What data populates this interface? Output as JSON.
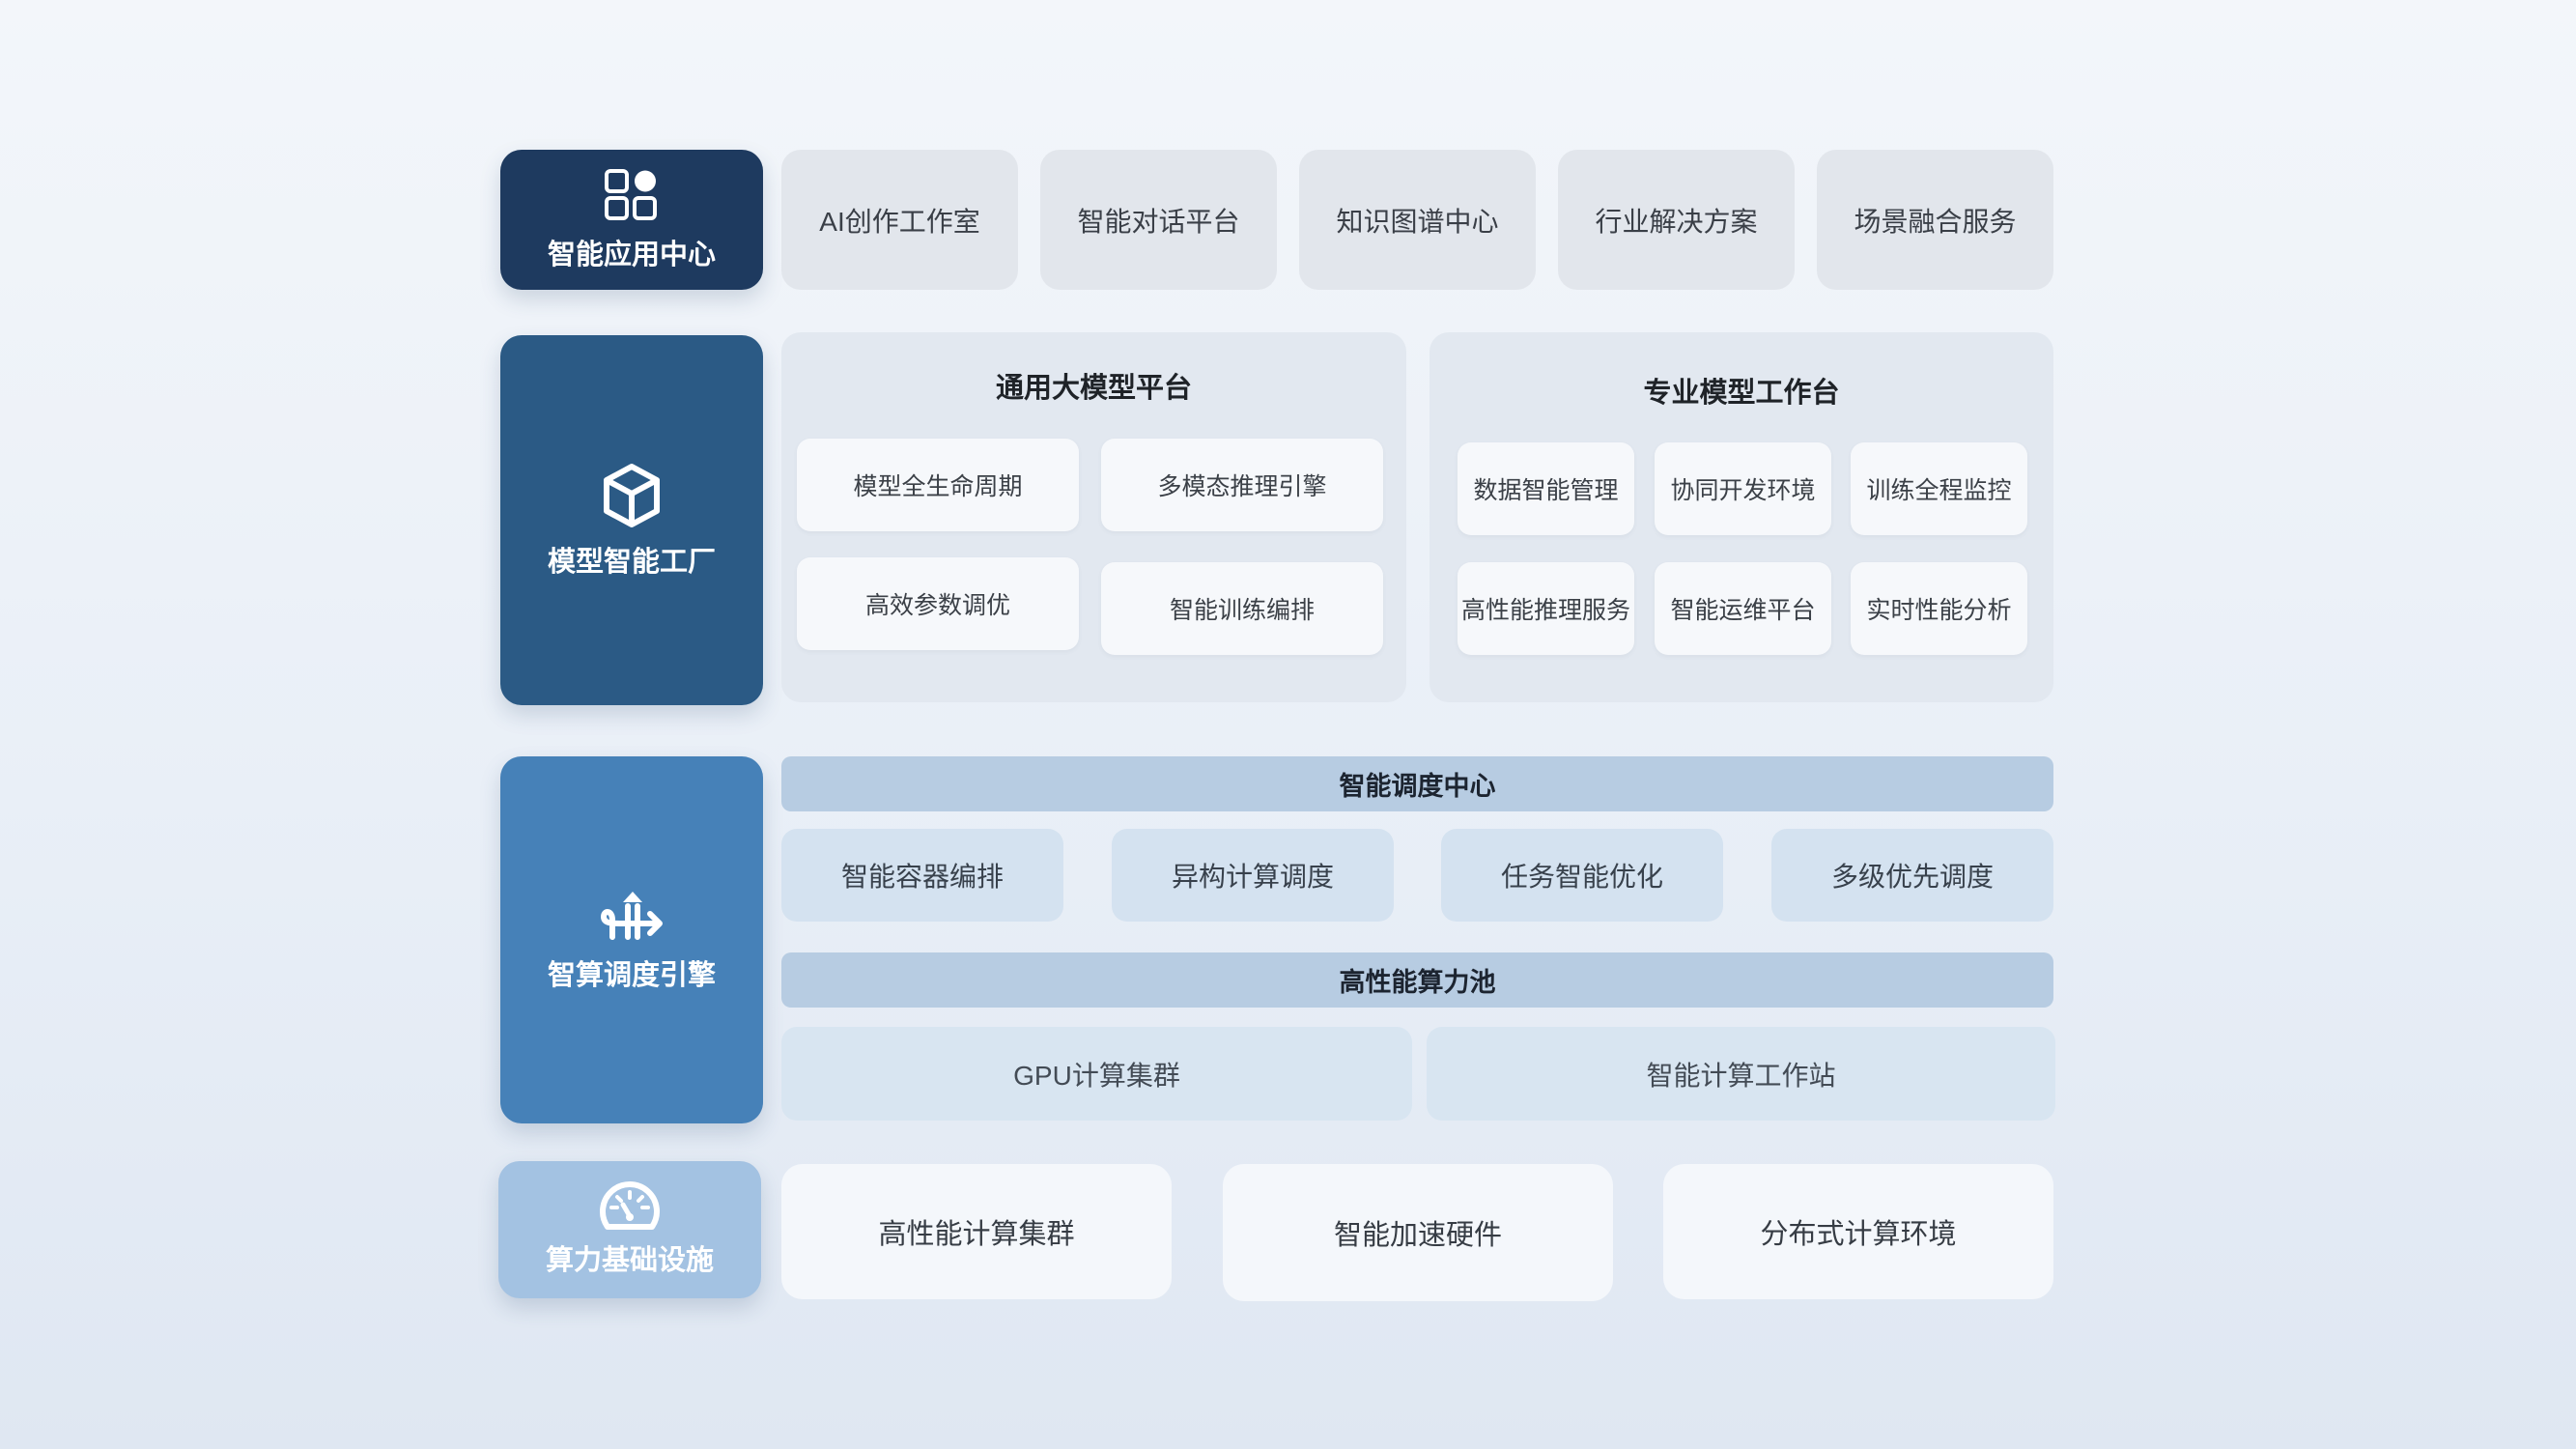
{
  "layers": {
    "app": {
      "title": "智能应用中心",
      "icon": "apps-grid-icon",
      "color": "#1e3a5f",
      "items": [
        "AI创作工作室",
        "智能对话平台",
        "知识图谱中心",
        "行业解决方案",
        "场景融合服务"
      ]
    },
    "model": {
      "title": "模型智能工厂",
      "icon": "cube-icon",
      "color": "#2b5a85",
      "general": {
        "title": "通用大模型平台",
        "items": [
          "模型全生命周期",
          "多模态推理引擎",
          "高效参数调优",
          "智能训练编排"
        ]
      },
      "pro": {
        "title": "专业模型工作台",
        "items": [
          "数据智能管理",
          "协同开发环境",
          "训练全程监控",
          "高性能推理服务",
          "智能运维平台",
          "实时性能分析"
        ]
      }
    },
    "scheduling": {
      "title": "智算调度引擎",
      "icon": "route-arrows-icon",
      "color": "#4681b8",
      "center": {
        "title": "智能调度中心",
        "items": [
          "智能容器编排",
          "异构计算调度",
          "任务智能优化",
          "多级优先调度"
        ]
      },
      "pool": {
        "title": "高性能算力池",
        "items": [
          "GPU计算集群",
          "智能计算工作站"
        ]
      }
    },
    "infra": {
      "title": "算力基础设施",
      "icon": "speedometer-icon",
      "color": "#a3c2e2",
      "items": [
        "高性能计算集群",
        "智能加速硬件",
        "分布式计算环境"
      ]
    }
  }
}
